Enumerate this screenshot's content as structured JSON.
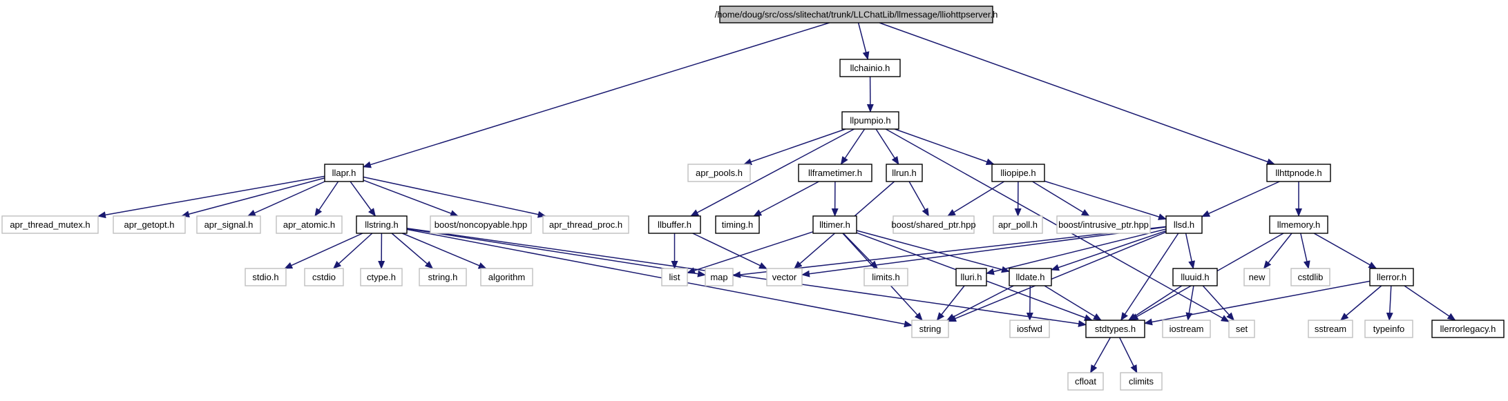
{
  "colors": {
    "edge": "#191970",
    "project_border": "#000000",
    "external_border": "#bfbfbf",
    "root_fill": "#bfbfbf",
    "node_fill": "#ffffff",
    "text": "#000000"
  },
  "nodes": [
    {
      "id": "root",
      "label": "/home/doug/src/oss/slitechat/trunk/LLChatLib/llmessage/lliohttpserver.h",
      "kind": "root"
    },
    {
      "id": "llchainio",
      "label": "llchainio.h",
      "kind": "project"
    },
    {
      "id": "llpumpio",
      "label": "llpumpio.h",
      "kind": "project"
    },
    {
      "id": "llapr",
      "label": "llapr.h",
      "kind": "project"
    },
    {
      "id": "llhttpnode",
      "label": "llhttpnode.h",
      "kind": "project"
    },
    {
      "id": "apr_pools",
      "label": "apr_pools.h",
      "kind": "external"
    },
    {
      "id": "llframetimer",
      "label": "llframetimer.h",
      "kind": "project"
    },
    {
      "id": "llrun",
      "label": "llrun.h",
      "kind": "project"
    },
    {
      "id": "lliopipe",
      "label": "lliopipe.h",
      "kind": "project"
    },
    {
      "id": "apr_thread_mutex",
      "label": "apr_thread_mutex.h",
      "kind": "external"
    },
    {
      "id": "apr_getopt",
      "label": "apr_getopt.h",
      "kind": "external"
    },
    {
      "id": "apr_signal",
      "label": "apr_signal.h",
      "kind": "external"
    },
    {
      "id": "apr_atomic",
      "label": "apr_atomic.h",
      "kind": "external"
    },
    {
      "id": "llstring",
      "label": "llstring.h",
      "kind": "project"
    },
    {
      "id": "boost_noncopyable",
      "label": "boost/noncopyable.hpp",
      "kind": "external"
    },
    {
      "id": "apr_thread_proc",
      "label": "apr_thread_proc.h",
      "kind": "external"
    },
    {
      "id": "llbuffer",
      "label": "llbuffer.h",
      "kind": "project"
    },
    {
      "id": "timing",
      "label": "timing.h",
      "kind": "project"
    },
    {
      "id": "lltimer",
      "label": "lltimer.h",
      "kind": "project"
    },
    {
      "id": "boost_shared_ptr",
      "label": "boost/shared_ptr.hpp",
      "kind": "external"
    },
    {
      "id": "apr_poll",
      "label": "apr_poll.h",
      "kind": "external"
    },
    {
      "id": "boost_intrusive_ptr",
      "label": "boost/intrusive_ptr.hpp",
      "kind": "external"
    },
    {
      "id": "llsd",
      "label": "llsd.h",
      "kind": "project"
    },
    {
      "id": "llmemory",
      "label": "llmemory.h",
      "kind": "project"
    },
    {
      "id": "stdio",
      "label": "stdio.h",
      "kind": "external"
    },
    {
      "id": "cstdio",
      "label": "cstdio",
      "kind": "external"
    },
    {
      "id": "ctype",
      "label": "ctype.h",
      "kind": "external"
    },
    {
      "id": "string_h",
      "label": "string.h",
      "kind": "external"
    },
    {
      "id": "algorithm",
      "label": "algorithm",
      "kind": "external"
    },
    {
      "id": "list",
      "label": "list",
      "kind": "external"
    },
    {
      "id": "map",
      "label": "map",
      "kind": "external"
    },
    {
      "id": "vector",
      "label": "vector",
      "kind": "external"
    },
    {
      "id": "limits",
      "label": "limits.h",
      "kind": "external"
    },
    {
      "id": "lluri",
      "label": "lluri.h",
      "kind": "project"
    },
    {
      "id": "lldate",
      "label": "lldate.h",
      "kind": "project"
    },
    {
      "id": "lluuid",
      "label": "lluuid.h",
      "kind": "project"
    },
    {
      "id": "new",
      "label": "new",
      "kind": "external"
    },
    {
      "id": "cstdlib",
      "label": "cstdlib",
      "kind": "external"
    },
    {
      "id": "llerror",
      "label": "llerror.h",
      "kind": "project"
    },
    {
      "id": "string",
      "label": "string",
      "kind": "external"
    },
    {
      "id": "iosfwd",
      "label": "iosfwd",
      "kind": "external"
    },
    {
      "id": "stdtypes",
      "label": "stdtypes.h",
      "kind": "project"
    },
    {
      "id": "iostream",
      "label": "iostream",
      "kind": "external"
    },
    {
      "id": "set",
      "label": "set",
      "kind": "external"
    },
    {
      "id": "sstream",
      "label": "sstream",
      "kind": "external"
    },
    {
      "id": "typeinfo",
      "label": "typeinfo",
      "kind": "external"
    },
    {
      "id": "llerrorlegacy",
      "label": "llerrorlegacy.h",
      "kind": "project"
    },
    {
      "id": "cfloat",
      "label": "cfloat",
      "kind": "external"
    },
    {
      "id": "climits",
      "label": "climits",
      "kind": "external"
    }
  ],
  "edges": [
    {
      "from": "root",
      "to": "llchainio"
    },
    {
      "from": "root",
      "to": "llapr"
    },
    {
      "from": "root",
      "to": "llhttpnode"
    },
    {
      "from": "llchainio",
      "to": "llpumpio"
    },
    {
      "from": "llpumpio",
      "to": "apr_pools"
    },
    {
      "from": "llpumpio",
      "to": "llframetimer"
    },
    {
      "from": "llpumpio",
      "to": "llrun"
    },
    {
      "from": "llpumpio",
      "to": "lliopipe"
    },
    {
      "from": "llpumpio",
      "to": "llbuffer"
    },
    {
      "from": "llpumpio",
      "to": "set"
    },
    {
      "from": "llapr",
      "to": "apr_thread_mutex"
    },
    {
      "from": "llapr",
      "to": "apr_getopt"
    },
    {
      "from": "llapr",
      "to": "apr_signal"
    },
    {
      "from": "llapr",
      "to": "apr_atomic"
    },
    {
      "from": "llapr",
      "to": "llstring"
    },
    {
      "from": "llapr",
      "to": "boost_noncopyable"
    },
    {
      "from": "llapr",
      "to": "apr_thread_proc"
    },
    {
      "from": "llhttpnode",
      "to": "llsd"
    },
    {
      "from": "llhttpnode",
      "to": "llmemory"
    },
    {
      "from": "llframetimer",
      "to": "timing"
    },
    {
      "from": "llframetimer",
      "to": "lltimer"
    },
    {
      "from": "llrun",
      "to": "boost_shared_ptr"
    },
    {
      "from": "llrun",
      "to": "vector"
    },
    {
      "from": "lliopipe",
      "to": "boost_shared_ptr"
    },
    {
      "from": "lliopipe",
      "to": "apr_poll"
    },
    {
      "from": "lliopipe",
      "to": "boost_intrusive_ptr"
    },
    {
      "from": "lliopipe",
      "to": "llsd"
    },
    {
      "from": "llstring",
      "to": "stdio"
    },
    {
      "from": "llstring",
      "to": "cstdio"
    },
    {
      "from": "llstring",
      "to": "ctype"
    },
    {
      "from": "llstring",
      "to": "string_h"
    },
    {
      "from": "llstring",
      "to": "algorithm"
    },
    {
      "from": "llstring",
      "to": "map"
    },
    {
      "from": "llstring",
      "to": "string"
    },
    {
      "from": "llstring",
      "to": "stdtypes"
    },
    {
      "from": "llbuffer",
      "to": "list"
    },
    {
      "from": "llbuffer",
      "to": "vector"
    },
    {
      "from": "lltimer",
      "to": "list"
    },
    {
      "from": "lltimer",
      "to": "limits"
    },
    {
      "from": "lltimer",
      "to": "string"
    },
    {
      "from": "lltimer",
      "to": "lldate"
    },
    {
      "from": "lltimer",
      "to": "stdtypes"
    },
    {
      "from": "llsd",
      "to": "map"
    },
    {
      "from": "llsd",
      "to": "vector"
    },
    {
      "from": "llsd",
      "to": "string"
    },
    {
      "from": "llsd",
      "to": "lluri"
    },
    {
      "from": "llsd",
      "to": "lldate"
    },
    {
      "from": "llsd",
      "to": "lluuid"
    },
    {
      "from": "llsd",
      "to": "stdtypes"
    },
    {
      "from": "llmemory",
      "to": "new"
    },
    {
      "from": "llmemory",
      "to": "cstdlib"
    },
    {
      "from": "llmemory",
      "to": "llerror"
    },
    {
      "from": "llmemory",
      "to": "stdtypes"
    },
    {
      "from": "lluri",
      "to": "string"
    },
    {
      "from": "lldate",
      "to": "string"
    },
    {
      "from": "lldate",
      "to": "iosfwd"
    },
    {
      "from": "lldate",
      "to": "stdtypes"
    },
    {
      "from": "lluuid",
      "to": "iostream"
    },
    {
      "from": "lluuid",
      "to": "set"
    },
    {
      "from": "lluuid",
      "to": "stdtypes"
    },
    {
      "from": "llerror",
      "to": "sstream"
    },
    {
      "from": "llerror",
      "to": "typeinfo"
    },
    {
      "from": "llerror",
      "to": "llerrorlegacy"
    },
    {
      "from": "llerror",
      "to": "stdtypes"
    },
    {
      "from": "stdtypes",
      "to": "cfloat"
    },
    {
      "from": "stdtypes",
      "to": "climits"
    }
  ]
}
